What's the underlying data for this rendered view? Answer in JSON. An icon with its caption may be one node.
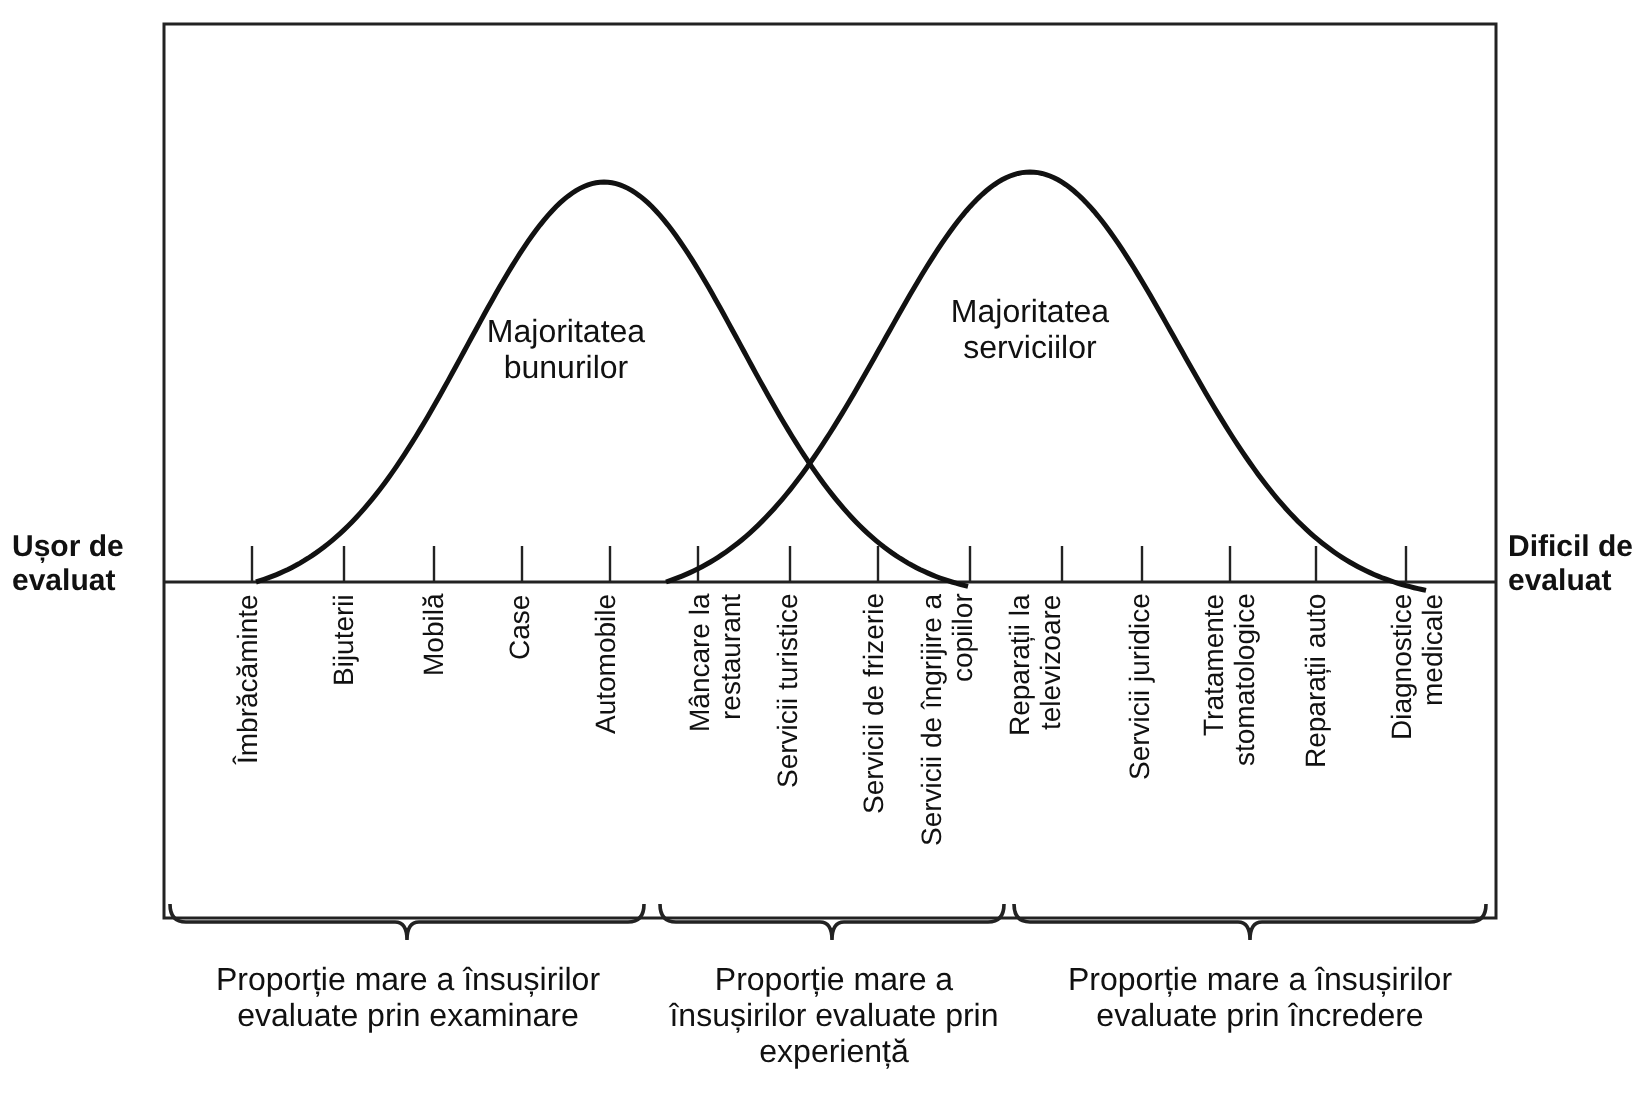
{
  "diagram": {
    "labels": [
      "Ușor de evaluat",
      "Majoritatea bunurilor",
      "Majoritatea serviciilor",
      "Dificil de evaluat",
      "Îmbrăcăminte",
      "Bijuterii",
      "Mobilă",
      "Case",
      "Automobile",
      "Mâncare la restaurant",
      "Servicii turistice",
      "Servicii de frizerie",
      "Servicii de îngrijire a copiilor",
      "Reparații la televizoare",
      "Servicii juridice",
      "Tratamente stomatologice",
      "Reparații auto",
      "Diagnostice medicale",
      "Proporție mare a însușirilor evaluate prin examinare",
      "Proporție mare a însușirilor evaluate prin experiență",
      "Proporție mare a însușirilor evaluate prin încredere"
    ]
  }
}
